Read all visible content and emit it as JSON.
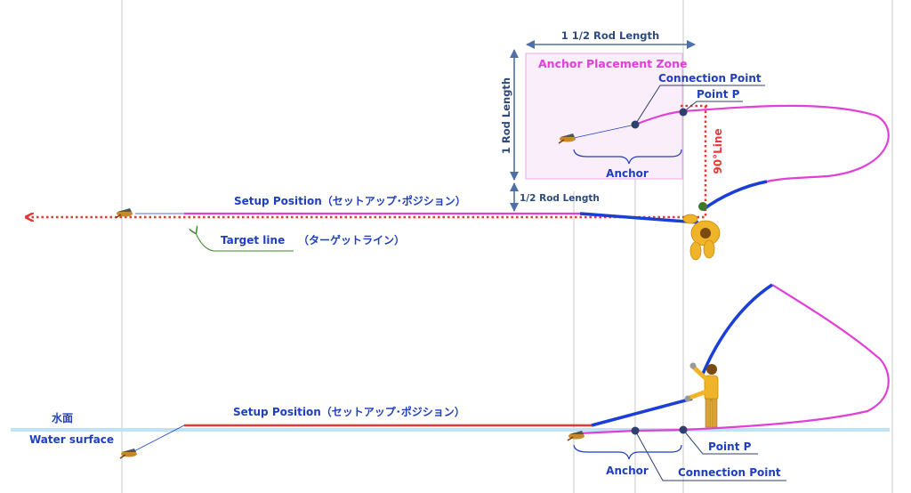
{
  "labels": {
    "rod_1_5": "1 1/2 Rod Length",
    "zone": "Anchor Placement Zone",
    "connection_top": "Connection Point",
    "point_p_top": "Point P",
    "rod_1": "1 Rod Length",
    "line_90": "90°Line",
    "anchor_top": "Anchor",
    "rod_half": "1/2 Rod Length",
    "setup_top": "Setup Position（セットアップ･ポジション）",
    "target": "Target line",
    "target_jp": "（ターゲットライン）",
    "setup_bottom": "Setup Position（セットアップ･ポジション）",
    "water_jp": "水面",
    "water_en": "Water surface",
    "point_p_bottom": "Point P",
    "anchor_bottom": "Anchor",
    "connection_bottom": "Connection Point"
  },
  "colors": {
    "blue_text": "#1f3fbf",
    "magenta": "#e040d8",
    "red": "#e53935",
    "rod_blue": "#1a3fd6",
    "arrow_steel": "#4f6fa8",
    "water": "#bfe3f5",
    "zone_fill": "#fbeefb",
    "zone_border": "#e9a8e9",
    "figure": "#f0b429",
    "dot": "#2f3f6f"
  }
}
